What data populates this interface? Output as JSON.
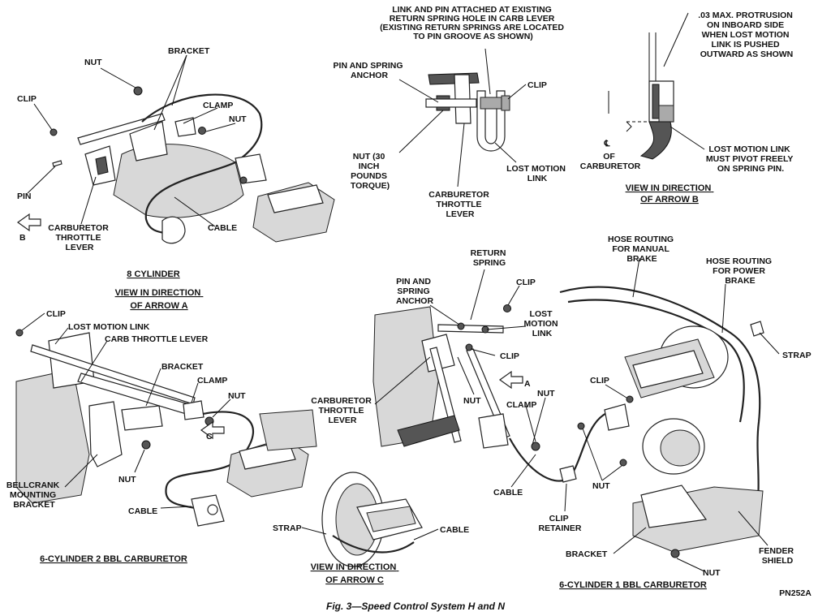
{
  "caption": "Fig. 3—Speed Control System H and N",
  "figure_code": "PN252A",
  "views": {
    "v8": {
      "title": "8 CYLINDER",
      "direction": [
        "VIEW IN DIRECTION",
        "OF ARROW A"
      ],
      "arrow_letter": "B",
      "labels": {
        "nut": "NUT",
        "bracket": "BRACKET",
        "clip": "CLIP",
        "clamp": "CLAMP",
        "nut2": "NUT",
        "pin": "PIN",
        "throttle": [
          "CARBURETOR",
          "THROTTLE",
          "LEVER"
        ],
        "cable": "CABLE"
      }
    },
    "detail_a": {
      "labels": {
        "link_pin": [
          "LINK AND PIN ATTACHED AT EXISTING",
          "RETURN SPRING HOLE IN CARB LEVER",
          "(EXISTING RETURN SPRINGS ARE LOCATED",
          "TO PIN GROOVE AS SHOWN)"
        ],
        "pin_spring": [
          "PIN AND SPRING",
          "ANCHOR"
        ],
        "clip": "CLIP",
        "nut_torque": [
          "NUT (30",
          "INCH",
          "POUNDS",
          "TORQUE)"
        ],
        "lost_motion": [
          "LOST MOTION",
          "LINK"
        ],
        "throttle": [
          "CARBURETOR",
          "THROTTLE",
          "LEVER"
        ]
      }
    },
    "detail_b": {
      "direction": [
        "VIEW IN DIRECTION",
        "OF ARROW B"
      ],
      "labels": {
        "protrusion": [
          ".03 MAX. PROTRUSION",
          "ON INBOARD SIDE",
          "WHEN LOST MOTION",
          "LINK IS PUSHED",
          "OUTWARD AS SHOWN"
        ],
        "cl": "℄",
        "of_carb": [
          "OF",
          "CARBURETOR"
        ],
        "pivot": [
          "LOST MOTION LINK",
          "MUST PIVOT FREELY",
          "ON SPRING PIN."
        ]
      }
    },
    "six_2bbl": {
      "title": "6-CYLINDER 2 BBL CARBURETOR",
      "arrow_letter": "C",
      "labels": {
        "clip": "CLIP",
        "lost_motion": "LOST MOTION LINK",
        "carb_lever": "CARB THROTTLE LEVER",
        "bracket": "BRACKET",
        "clamp": "CLAMP",
        "nut": "NUT",
        "nut2": "NUT",
        "bellcrank": [
          "BELLCRANK",
          "MOUNTING",
          "BRACKET"
        ],
        "cable": "CABLE"
      }
    },
    "detail_c": {
      "direction": [
        "VIEW IN DIRECTION",
        "OF ARROW C"
      ],
      "labels": {
        "strap": "STRAP",
        "cable": "CABLE"
      }
    },
    "six_1bbl": {
      "title": "6-CYLINDER 1 BBL CARBURETOR",
      "arrow_letter": "A",
      "labels": {
        "return_spring": [
          "RETURN",
          "SPRING"
        ],
        "pin_spring": [
          "PIN AND",
          "SPRING",
          "ANCHOR"
        ],
        "clip_top": "CLIP",
        "hose_manual": [
          "HOSE ROUTING",
          "FOR MANUAL",
          "BRAKE"
        ],
        "hose_power": [
          "HOSE ROUTING",
          "FOR POWER",
          "BRAKE"
        ],
        "lost_motion": [
          "LOST",
          "MOTION",
          "LINK"
        ],
        "clip_mid": "CLIP",
        "strap": "STRAP",
        "throttle": [
          "CARBURETOR",
          "THROTTLE",
          "LEVER"
        ],
        "nut_a": "NUT",
        "nut_b": "NUT",
        "clamp": "CLAMP",
        "clip_c": "CLIP",
        "cable": "CABLE",
        "clip_retainer": [
          "CLIP",
          "RETAINER"
        ],
        "nut_c": "NUT",
        "bracket": "BRACKET",
        "fender": [
          "FENDER",
          "SHIELD"
        ],
        "nut_d": "NUT"
      }
    }
  }
}
